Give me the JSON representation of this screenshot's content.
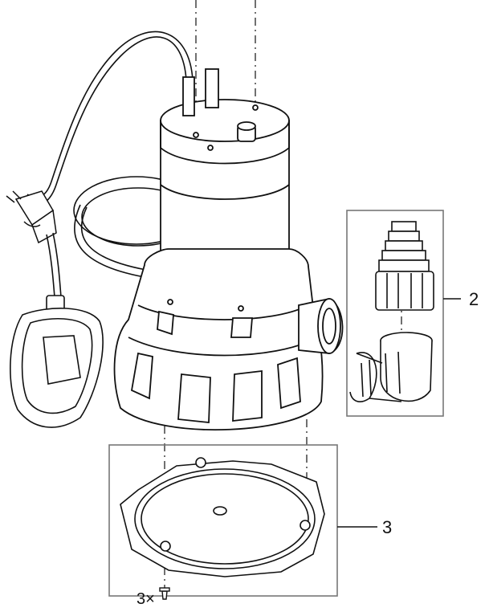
{
  "diagram": {
    "callouts": {
      "part_2": "2",
      "part_3": "3",
      "screw_qty": "3×"
    }
  }
}
